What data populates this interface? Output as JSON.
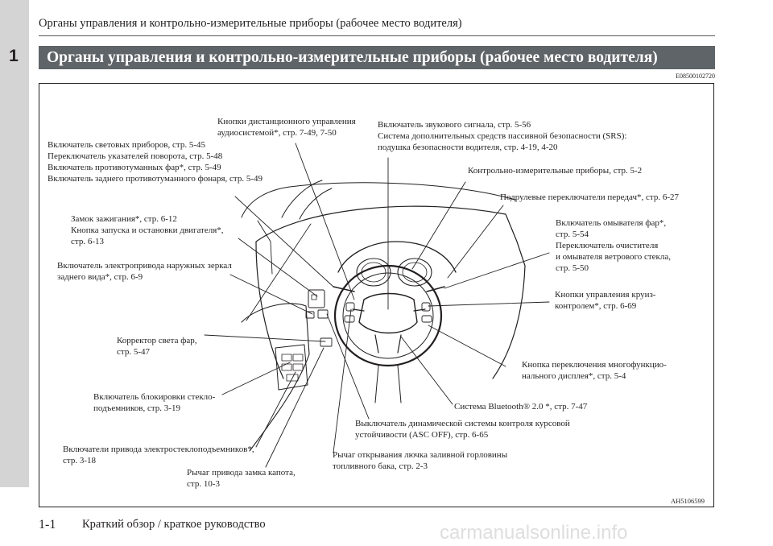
{
  "chapter_number": "1",
  "running_header": "Органы управления и контрольно-измерительные приборы (рабочее место водителя)",
  "section_title": "Органы управления и контрольно-измерительные приборы (рабочее место водителя)",
  "reference_code": "E08500102720",
  "figure": {
    "code": "AH5106599",
    "callouts": {
      "audio": [
        "Кнопки дистанционного управления",
        "аудиосистемой*, стр. 7-49, 7-50"
      ],
      "horn": [
        "Включатель звукового сигнала, стр. 5-56",
        "Система дополнительных средств пассивной безопасности (SRS):",
        "подушка безопасности водителя, стр. 4-19, 4-20"
      ],
      "lights": [
        "Включатель световых приборов, стр. 5-45",
        "Переключатель указателей поворота, стр. 5-48",
        "Включатель противотуманных фар*, стр. 5-49",
        "Включатель заднего противотуманного фонаря, стр. 5-49"
      ],
      "instruments": [
        "Контрольно-измерительные приборы, стр. 5-2"
      ],
      "paddles": [
        "Подрулевые переключатели передач*, стр. 6-27"
      ],
      "ignition": [
        "Замок зажигания*, стр. 6-12",
        "Кнопка запуска и остановки двигателя*,",
        "стр. 6-13"
      ],
      "washer": [
        "Включатель омывателя фар*,",
        "стр. 5-54",
        "Переключатель очистителя",
        "и омывателя ветрового стекла,",
        "стр. 5-50"
      ],
      "mirrors": [
        "Включатель электропривода наружных зеркал",
        "заднего вида*, стр. 6-9"
      ],
      "cruise": [
        "Кнопки управления круиз-",
        "контролем*, стр. 6-69"
      ],
      "leveling": [
        "Корректор света фар,",
        "стр. 5-47"
      ],
      "display": [
        "Кнопка переключения многофункцио-",
        "нального дисплея*, стр. 5-4"
      ],
      "window_lock": [
        "Включатель блокировки стекло-",
        "подъемников, стр. 3-19"
      ],
      "bluetooth": [
        "Система Bluetooth® 2.0 *, стр. 7-47"
      ],
      "asc": [
        "Выключатель динамической системы контроля курсовой",
        "устойчивости (ASC OFF), стр. 6-65"
      ],
      "windows": [
        "Включатели привода электростеклоподъемников*,",
        "стр. 3-18"
      ],
      "fuel": [
        "Рычаг открывания лючка заливной горловины",
        "топливного бака, стр. 2-3"
      ],
      "hood": [
        "Рычаг привода замка капота,",
        "стр. 10-3"
      ]
    }
  },
  "page_number": "1-1",
  "footer_text": "Краткий обзор / краткое руководство",
  "watermark": "carmanualsonline.info"
}
